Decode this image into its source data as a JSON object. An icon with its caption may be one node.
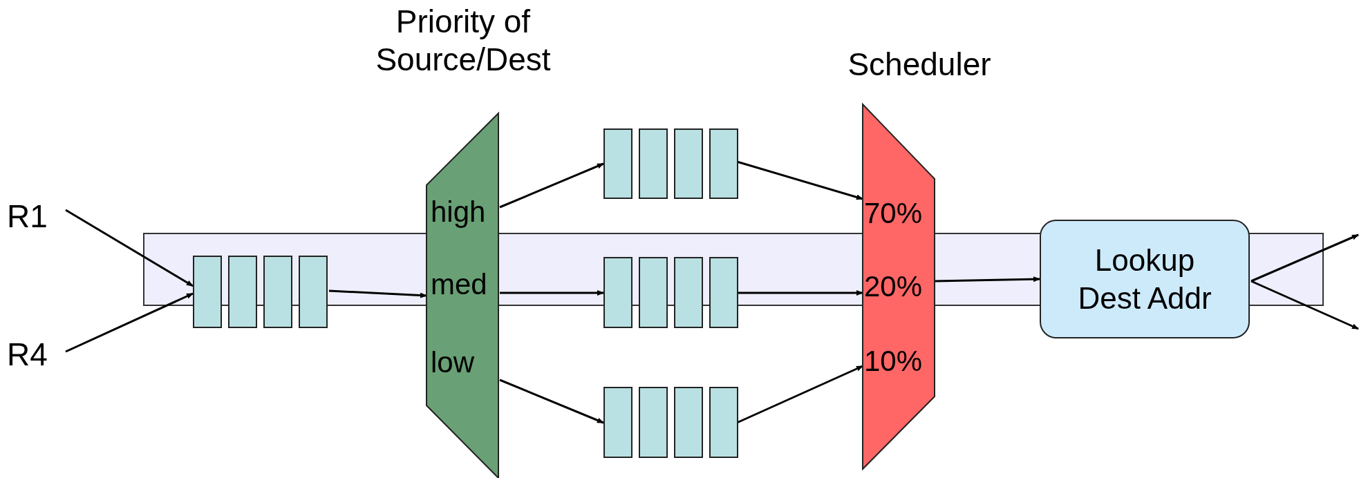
{
  "diagram": {
    "nodes": [
      {
        "text": [
          "R1"
        ]
      },
      {
        "text": [
          "R4"
        ]
      },
      {
        "text": [],
        "shape": "box"
      },
      {
        "text": [
          "Priority of Source/Dest",
          "high",
          "med",
          "low"
        ]
      },
      {
        "text": [],
        "shape": "box"
      },
      {
        "text": [],
        "shape": "box"
      },
      {
        "text": [],
        "shape": "box"
      },
      {
        "text": [
          "Scheduler",
          "70%",
          "20%",
          "10%"
        ]
      },
      {
        "text": [
          "Lookup Dest Addr"
        ]
      }
    ],
    "edges": [
      {
        "from": 0,
        "to": 2,
        "arrow": "to"
      },
      {
        "from": 1,
        "to": 2,
        "arrow": "to"
      },
      {
        "from": 2,
        "to": 3,
        "arrow": "to"
      },
      {
        "from": 3,
        "to": 4,
        "arrow": "to"
      },
      {
        "from": 3,
        "to": 5,
        "arrow": "to"
      },
      {
        "from": 3,
        "to": 6,
        "arrow": "to"
      },
      {
        "from": 4,
        "to": 7,
        "arrow": "to"
      },
      {
        "from": 5,
        "to": 7,
        "arrow": "to"
      },
      {
        "from": 6,
        "to": 7,
        "arrow": "to"
      },
      {
        "from": 7,
        "to": 8,
        "arrow": "to"
      },
      {
        "from": 8,
        "to": null,
        "arrow": "to"
      },
      {
        "from": 8,
        "to": null,
        "arrow": "to"
      }
    ]
  }
}
